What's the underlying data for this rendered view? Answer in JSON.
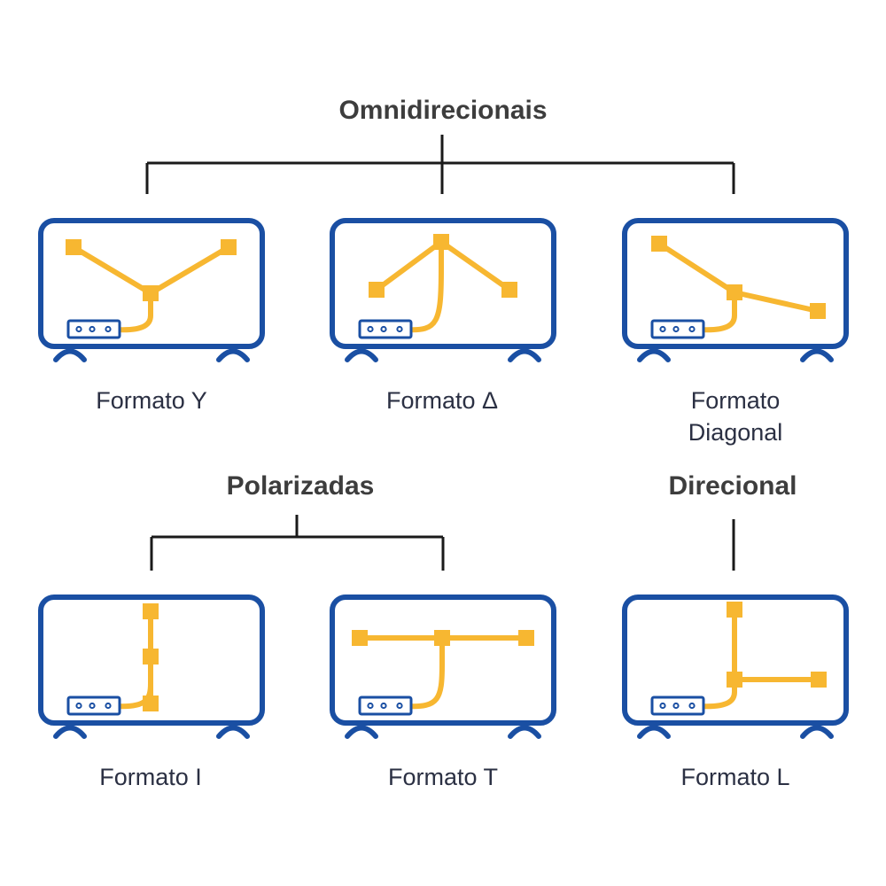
{
  "colors": {
    "frame": "#1a4fa3",
    "antenna": "#f7b731",
    "connector": "#1a1a1a",
    "heading_text": "#3d3d3d",
    "caption_text": "#2b3043"
  },
  "groups": [
    {
      "id": "omni",
      "title": "Omnidirecionais"
    },
    {
      "id": "polar",
      "title": "Polarizadas"
    },
    {
      "id": "direc",
      "title": "Direcional"
    }
  ],
  "formats": [
    {
      "id": "y",
      "group": "omni",
      "caption_lines": [
        "Formato Y"
      ],
      "icon": "y-shape-layout-icon"
    },
    {
      "id": "delta",
      "group": "omni",
      "caption_lines": [
        "Formato Δ"
      ],
      "icon": "delta-shape-layout-icon"
    },
    {
      "id": "diagonal",
      "group": "omni",
      "caption_lines": [
        "Formato",
        "Diagonal"
      ],
      "icon": "diagonal-shape-layout-icon"
    },
    {
      "id": "i",
      "group": "polar",
      "caption_lines": [
        "Formato I"
      ],
      "icon": "i-shape-layout-icon"
    },
    {
      "id": "t",
      "group": "polar",
      "caption_lines": [
        "Formato T"
      ],
      "icon": "t-shape-layout-icon"
    },
    {
      "id": "l",
      "group": "direc",
      "caption_lines": [
        "Formato L"
      ],
      "icon": "l-shape-layout-icon"
    }
  ]
}
